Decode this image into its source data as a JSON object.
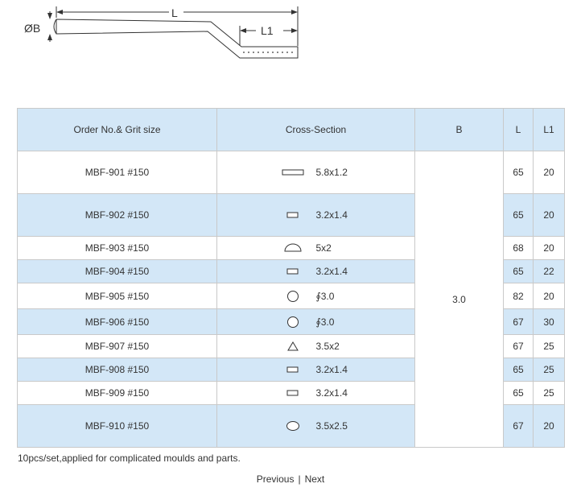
{
  "diagram": {
    "label_diameter": "ØB",
    "label_length": "L",
    "label_tip": "L1"
  },
  "table": {
    "headers": {
      "order": "Order No.& Grit size",
      "cross": "Cross-Section",
      "b": "B",
      "l": "L",
      "l1": "L1"
    },
    "b_value": "3.0",
    "rows": [
      {
        "order": "MBF-901 #150",
        "shape": "flat-rect",
        "dim": "5.8x1.2",
        "L": "65",
        "L1": "20"
      },
      {
        "order": "MBF-902 #150",
        "shape": "small-rect",
        "dim": "3.2x1.4",
        "L": "65",
        "L1": "20"
      },
      {
        "order": "MBF-903 #150",
        "shape": "half-round",
        "dim": "5x2",
        "L": "68",
        "L1": "20"
      },
      {
        "order": "MBF-904 #150",
        "shape": "small-rect",
        "dim": "3.2x1.4",
        "L": "65",
        "L1": "22"
      },
      {
        "order": "MBF-905 #150",
        "shape": "circle",
        "dim": "∮3.0",
        "L": "82",
        "L1": "20"
      },
      {
        "order": "MBF-906 #150",
        "shape": "circle",
        "dim": "∮3.0",
        "L": "67",
        "L1": "30"
      },
      {
        "order": "MBF-907 #150",
        "shape": "triangle",
        "dim": "3.5x2",
        "L": "67",
        "L1": "25"
      },
      {
        "order": "MBF-908 #150",
        "shape": "small-rect",
        "dim": "3.2x1.4",
        "L": "65",
        "L1": "25"
      },
      {
        "order": "MBF-909 #150",
        "shape": "small-rect",
        "dim": "3.2x1.4",
        "L": "65",
        "L1": "25"
      },
      {
        "order": "MBF-910 #150",
        "shape": "oval",
        "dim": "3.5x2.5",
        "L": "67",
        "L1": "20"
      }
    ]
  },
  "note": "10pcs/set,applied for complicated moulds and parts.",
  "pager": {
    "previous": "Previous",
    "separator": "|",
    "next": "Next"
  }
}
